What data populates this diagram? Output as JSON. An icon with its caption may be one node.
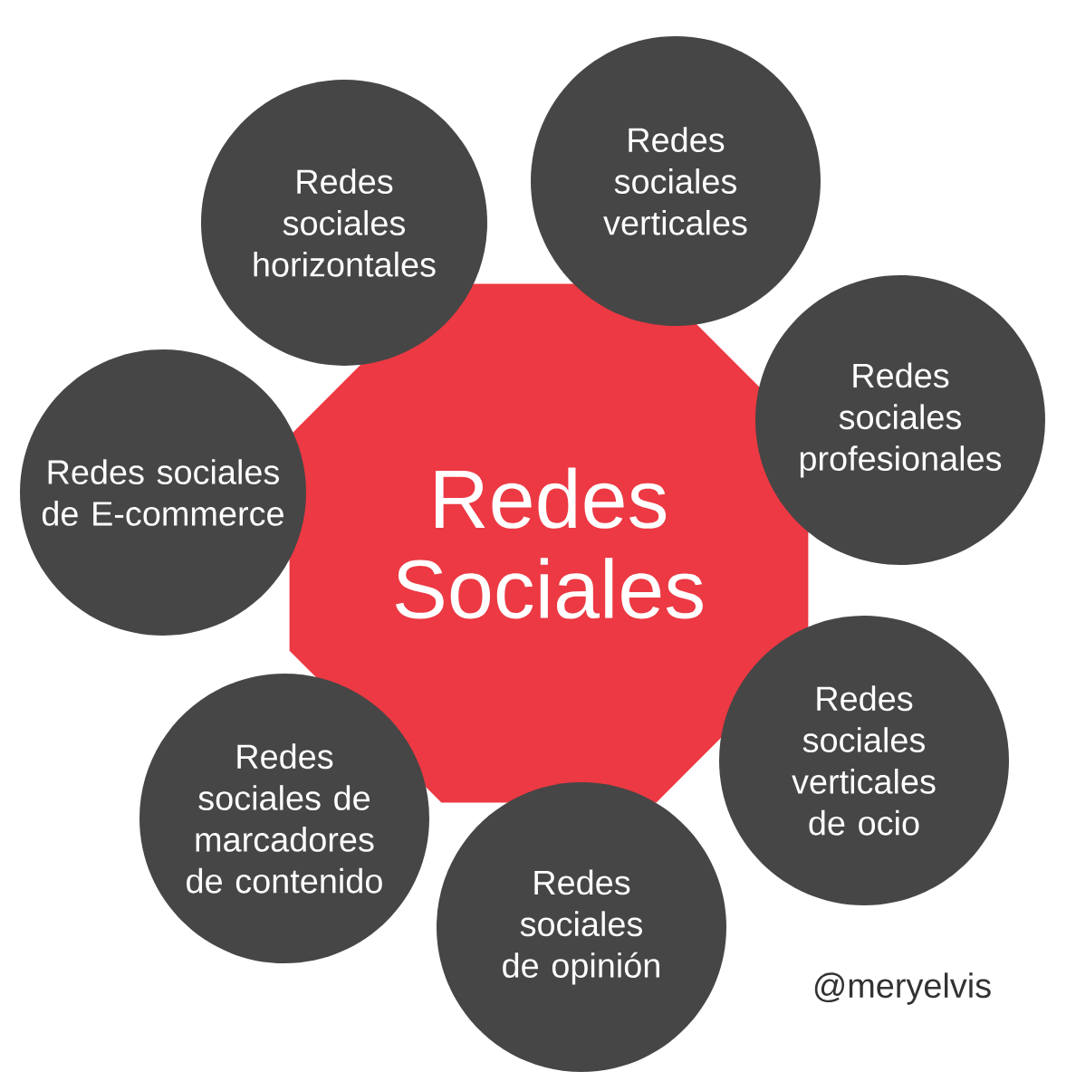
{
  "diagram": {
    "nodes": [
      {
        "text": [
          "Redes Sociales"
        ]
      },
      {
        "text": [
          "Redes sociales horizontales"
        ]
      },
      {
        "text": [
          "Redes sociales verticales"
        ]
      },
      {
        "text": [
          "Redes sociales de E-commerce"
        ]
      },
      {
        "text": [
          "Redes sociales profesionales"
        ]
      },
      {
        "text": [
          "Redes sociales de marcadores de contenido"
        ]
      },
      {
        "text": [
          "Redes sociales verticales de ocio"
        ]
      },
      {
        "text": [
          "Redes sociales de opinión"
        ]
      }
    ],
    "labels": [
      "@meryelvis"
    ]
  }
}
